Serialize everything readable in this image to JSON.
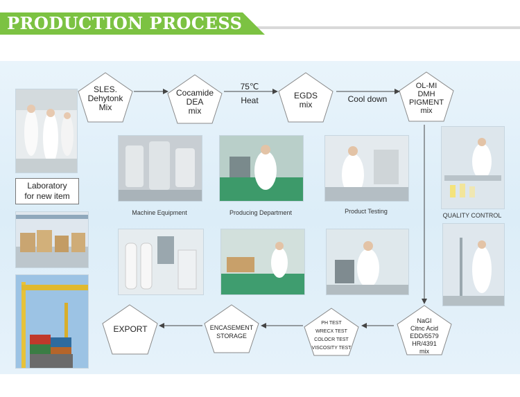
{
  "header": {
    "title": "PRODUCTION PROCESS",
    "accent_color": "#7cc242"
  },
  "flow": {
    "top_nodes": [
      {
        "line1": "SLES.",
        "line2": "Dehytonk",
        "line3": "Mix"
      },
      {
        "line1": "Cocamide",
        "line2": "DEA",
        "line3": "mix"
      },
      {
        "line1": "EGDS",
        "line2": "mix"
      },
      {
        "line1": "OL-MI",
        "line2": "DMH",
        "line3": "PIGMENT",
        "line4": "mix"
      }
    ],
    "arrow_heat": {
      "temp": "75℃",
      "label": "Heat"
    },
    "arrow_cool": {
      "label": "Cool down"
    },
    "right_node": {
      "line1": "NaGI",
      "line2": "Citnc Acid",
      "line3": "EDD/5579",
      "line4": "HR/4391",
      "line5": "mix"
    },
    "test_node": {
      "line1": "PH TEST",
      "line2": "WRECX TEST",
      "line3": "COLOCR TEST",
      "line4": "VISCOSITY TEST"
    },
    "storage_node": {
      "line1": "ENCASEMENT",
      "line2": "STORAGE"
    },
    "export_node": {
      "label": "EXPORT"
    }
  },
  "lab_box": {
    "line1": "Laboratory",
    "line2": "for new item"
  },
  "captions": {
    "machine": "Machine Equipment",
    "producing": "Producing Department",
    "testing": "Product Testing",
    "quality": "QUALITY CONTROL"
  },
  "colors": {
    "panel_bg": "#e3f0f9",
    "arrow": "#444444",
    "node_border": "#888888"
  }
}
